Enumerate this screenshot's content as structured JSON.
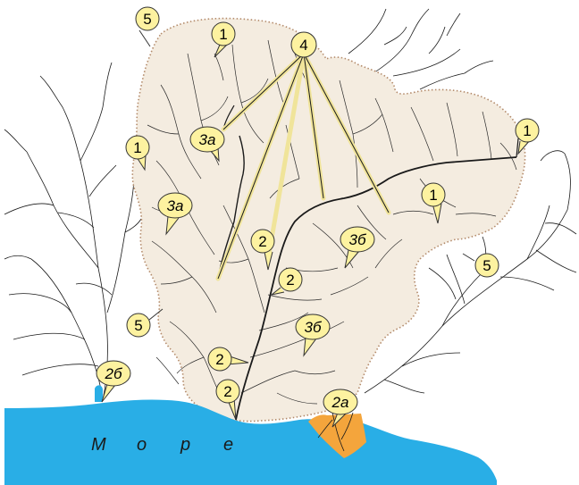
{
  "labels": {
    "l1_a": "1",
    "l1_b": "1",
    "l1_c": "1",
    "l1_d": "1",
    "l2_a": "2",
    "l2_b": "2",
    "l2_c": "2",
    "l2_d": "2",
    "l2a": "2а",
    "l2b": "2б",
    "l3a_a": "3а",
    "l3a_b": "3а",
    "l3b_a": "3б",
    "l3b_b": "3б",
    "l4": "4",
    "l5_a": "5",
    "l5_b": "5",
    "l5_c": "5"
  },
  "sea": {
    "letters": [
      "М",
      "о",
      "р",
      "е"
    ]
  },
  "colors": {
    "basin": "#f4ece0",
    "basin_border": "#b38a6a",
    "sea": "#29aee6",
    "delta": "#f4a53c",
    "callout": "#fdf2a0",
    "callout_stroke": "#333333",
    "rays": "#f0e49a",
    "river": "#1a1a1a"
  }
}
